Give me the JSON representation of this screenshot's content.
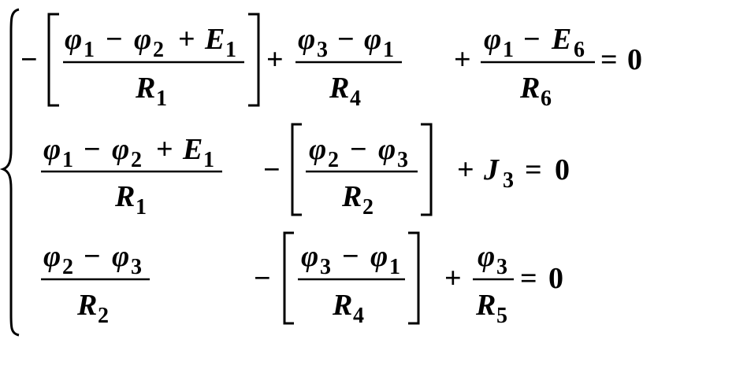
{
  "equations": [
    {
      "lead_sign": "−",
      "fraction1": {
        "bracketed": true,
        "numerator": [
          {
            "sym": "φ",
            "sub": "1"
          },
          {
            "op": "−"
          },
          {
            "sym": "φ",
            "sub": "2"
          },
          {
            "op": "+"
          },
          {
            "sym": "E",
            "sub": "1"
          }
        ],
        "denominator": [
          {
            "sym": "R",
            "sub": "1"
          }
        ]
      },
      "plus1": "+",
      "fraction2": {
        "numerator": [
          {
            "sym": "φ",
            "sub": "3"
          },
          {
            "op": "−"
          },
          {
            "sym": "φ",
            "sub": "1"
          }
        ],
        "denominator": [
          {
            "sym": "R",
            "sub": "4"
          }
        ]
      },
      "plus2": "+",
      "fraction3": {
        "numerator": [
          {
            "sym": "φ",
            "sub": "1"
          },
          {
            "op": "−"
          },
          {
            "sym": "E",
            "sub": "6"
          }
        ],
        "denominator": [
          {
            "sym": "R",
            "sub": "6"
          }
        ]
      },
      "equals": "=",
      "rhs": "0"
    },
    {
      "fraction1": {
        "numerator": [
          {
            "sym": "φ",
            "sub": "1"
          },
          {
            "op": "−"
          },
          {
            "sym": "φ",
            "sub": "2"
          },
          {
            "op": "+"
          },
          {
            "sym": "E",
            "sub": "1"
          }
        ],
        "denominator": [
          {
            "sym": "R",
            "sub": "1"
          }
        ]
      },
      "minus": "−",
      "fraction2": {
        "bracketed": true,
        "numerator": [
          {
            "sym": "φ",
            "sub": "2"
          },
          {
            "op": "−"
          },
          {
            "sym": "φ",
            "sub": "3"
          }
        ],
        "denominator": [
          {
            "sym": "R",
            "sub": "2"
          }
        ]
      },
      "plus": "+",
      "term": {
        "sym": "J",
        "sub": "3"
      },
      "equals": "=",
      "rhs": "0"
    },
    {
      "fraction1": {
        "numerator": [
          {
            "sym": "φ",
            "sub": "2"
          },
          {
            "op": "−"
          },
          {
            "sym": "φ",
            "sub": "3"
          }
        ],
        "denominator": [
          {
            "sym": "R",
            "sub": "2"
          }
        ]
      },
      "minus": "−",
      "fraction2": {
        "bracketed": true,
        "numerator": [
          {
            "sym": "φ",
            "sub": "3"
          },
          {
            "op": "−"
          },
          {
            "sym": "φ",
            "sub": "1"
          }
        ],
        "denominator": [
          {
            "sym": "R",
            "sub": "4"
          }
        ]
      },
      "plus": "+",
      "fraction3": {
        "numerator": [
          {
            "sym": "φ",
            "sub": "3"
          }
        ],
        "denominator": [
          {
            "sym": "R",
            "sub": "5"
          }
        ]
      },
      "equals": "=",
      "rhs": "0"
    }
  ],
  "colors": {
    "ink": "#000000",
    "background": "#ffffff"
  }
}
